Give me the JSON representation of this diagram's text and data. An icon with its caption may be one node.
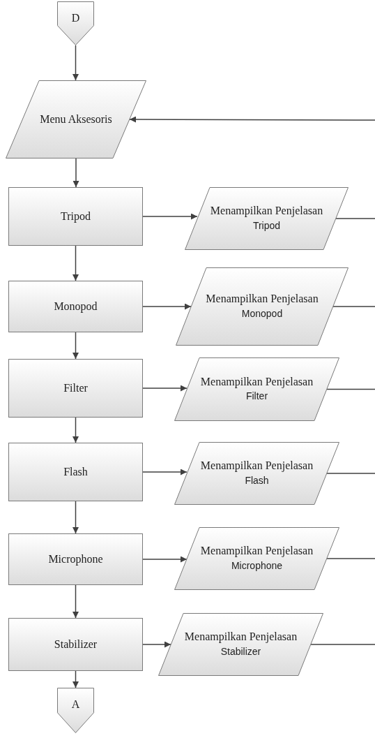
{
  "diagram": {
    "nodes": [
      {
        "text": [
          "D"
        ]
      },
      {
        "text": [
          "Menu Aksesoris"
        ]
      },
      {
        "text": [
          "Tripod"
        ]
      },
      {
        "text": [
          "Menampilkan Penjelasan",
          "Tripod"
        ]
      },
      {
        "text": [
          "Monopod"
        ]
      },
      {
        "text": [
          "Menampilkan Penjelasan",
          "Monopod"
        ]
      },
      {
        "text": [
          "Filter"
        ]
      },
      {
        "text": [
          "Menampilkan Penjelasan",
          "Filter"
        ]
      },
      {
        "text": [
          "Flash"
        ]
      },
      {
        "text": [
          "Menampilkan Penjelasan",
          "Flash"
        ]
      },
      {
        "text": [
          "Microphone"
        ]
      },
      {
        "text": [
          "Menampilkan Penjelasan",
          "Microphone"
        ]
      },
      {
        "text": [
          "Stabilizer"
        ]
      },
      {
        "text": [
          "Menampilkan Penjelasan",
          "Stabilizer"
        ]
      },
      {
        "text": [
          "A"
        ]
      }
    ],
    "edges": [
      {
        "from": 0,
        "to": 1,
        "arrow": "to"
      },
      {
        "from": null,
        "to": 1,
        "arrow": "to"
      },
      {
        "from": 1,
        "to": 2,
        "arrow": "to"
      },
      {
        "from": 2,
        "to": 3,
        "arrow": "to"
      },
      {
        "from": 3,
        "to": null,
        "arrow": "none"
      },
      {
        "from": 2,
        "to": 4,
        "arrow": "to"
      },
      {
        "from": 4,
        "to": 5,
        "arrow": "to"
      },
      {
        "from": 5,
        "to": null,
        "arrow": "none"
      },
      {
        "from": 4,
        "to": 6,
        "arrow": "to"
      },
      {
        "from": 6,
        "to": 7,
        "arrow": "to"
      },
      {
        "from": 7,
        "to": null,
        "arrow": "none"
      },
      {
        "from": 6,
        "to": 8,
        "arrow": "to"
      },
      {
        "from": 8,
        "to": 9,
        "arrow": "to"
      },
      {
        "from": 9,
        "to": null,
        "arrow": "none"
      },
      {
        "from": 8,
        "to": 10,
        "arrow": "to"
      },
      {
        "from": 10,
        "to": 11,
        "arrow": "to"
      },
      {
        "from": 11,
        "to": null,
        "arrow": "none"
      },
      {
        "from": 10,
        "to": 12,
        "arrow": "to"
      },
      {
        "from": 12,
        "to": 13,
        "arrow": "to"
      },
      {
        "from": 13,
        "to": null,
        "arrow": "none"
      },
      {
        "from": 12,
        "to": 14,
        "arrow": "to"
      }
    ]
  }
}
